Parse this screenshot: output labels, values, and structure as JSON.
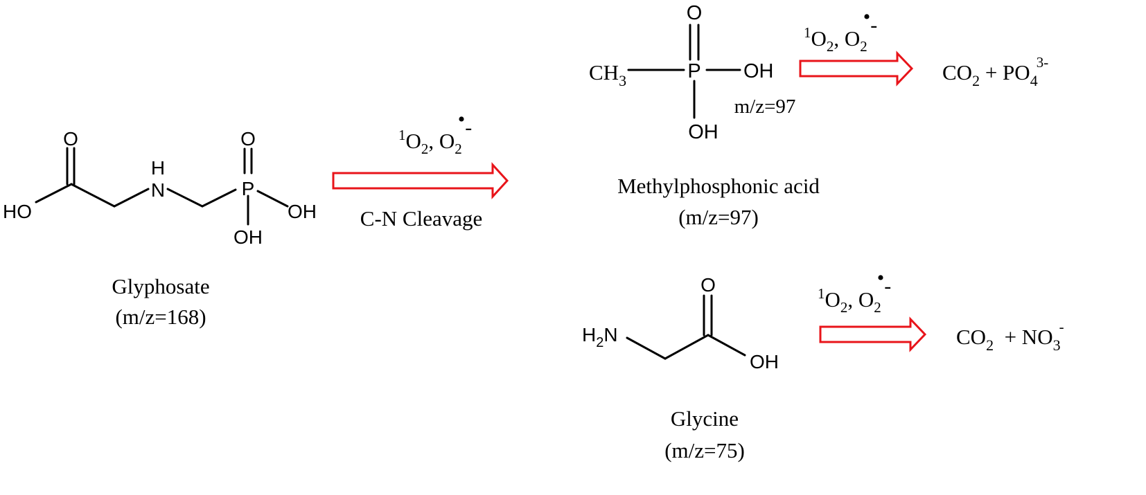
{
  "colors": {
    "arrow": "#e8141a",
    "ink": "#000000",
    "background": "#ffffff"
  },
  "glyphosate": {
    "name": "Glyphosate",
    "mz": "(m/z=168)",
    "atoms": {
      "o_carbonyl": "O",
      "ho": "HO",
      "nh_h": "H",
      "nh_n": "N",
      "p": "P",
      "o_po": "O",
      "oh_right": "OH",
      "oh_bottom": "OH"
    }
  },
  "cleavage": {
    "reagent_sup": "1",
    "reagent_o": "O",
    "reagent_sub": "2",
    "reagent_sep": ", O",
    "reagent_sub2": "2",
    "radical": "•",
    "charge": "-",
    "label": "C-N Cleavage"
  },
  "methylphosphonic": {
    "name": "Methylphosphonic acid",
    "mz": "(m/z=97)",
    "mz_inline": "m/z=97",
    "atoms": {
      "ch": "CH",
      "ch_sub": "3",
      "p": "P",
      "o_top": "O",
      "oh_right": "OH",
      "oh_bottom": "OH"
    },
    "reagents": {
      "sup": "1",
      "o": "O",
      "sub": "2",
      "sep": ", O",
      "sub2": "2",
      "radical": "•",
      "charge": "-"
    },
    "products": {
      "co": "CO",
      "co_sub": "2",
      "plus": " + PO",
      "po_sub": "4",
      "po_sup": "3-"
    }
  },
  "glycine": {
    "name": "Glycine",
    "mz": "(m/z=75)",
    "atoms": {
      "h": "H",
      "h_sub": "2",
      "n": "N",
      "o_top": "O",
      "oh": "OH"
    },
    "reagents": {
      "sup": "1",
      "o": "O",
      "sub": "2",
      "sep": ", O",
      "sub2": "2",
      "radical": "•",
      "charge": "-"
    },
    "products": {
      "co": "CO",
      "co_sub": "2",
      "plus": "  + NO",
      "no_sub": "3",
      "no_sup": "-"
    }
  }
}
